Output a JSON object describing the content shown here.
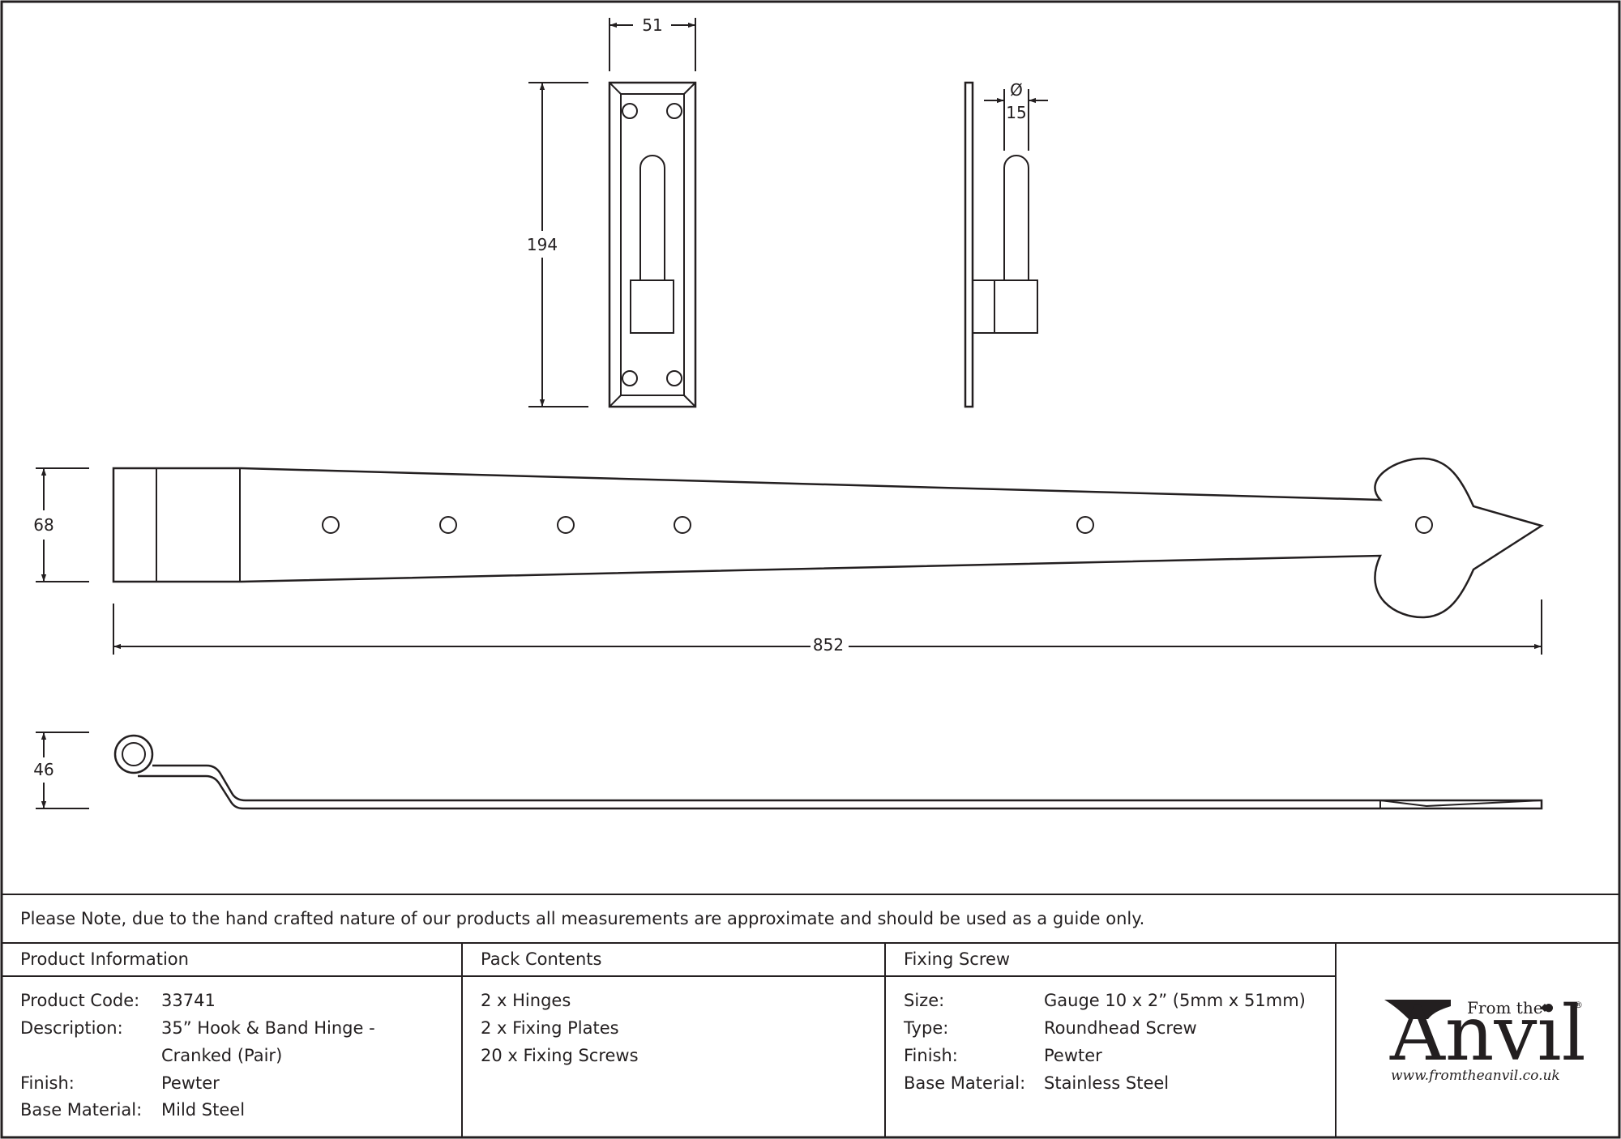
{
  "dimensions": {
    "plate_width": "51",
    "plate_height": "194",
    "pin_diameter_symbol": "Ø",
    "pin_diameter": "15",
    "band_height": "68",
    "band_length": "852",
    "crank_height": "46"
  },
  "note": "Please Note, due to the hand crafted nature of our products all measurements are approximate and should be used as a guide only.",
  "product_information": {
    "heading": "Product Information",
    "rows": [
      {
        "label": "Product Code:",
        "value": "33741"
      },
      {
        "label": "Description:",
        "value": "35” Hook & Band Hinge -"
      },
      {
        "label": "",
        "value": "Cranked (Pair)"
      },
      {
        "label": "Finish:",
        "value": "Pewter"
      },
      {
        "label": "Base Material:",
        "value": "Mild Steel"
      }
    ]
  },
  "pack_contents": {
    "heading": "Pack Contents",
    "items": [
      "2 x Hinges",
      "2 x Fixing Plates",
      "20 x Fixing Screws"
    ]
  },
  "fixing_screw": {
    "heading": "Fixing Screw",
    "rows": [
      {
        "label": "Size:",
        "value": "Gauge 10 x 2” (5mm x 51mm)"
      },
      {
        "label": "Type:",
        "value": "Roundhead Screw"
      },
      {
        "label": "Finish:",
        "value": "Pewter"
      },
      {
        "label": "Base Material:",
        "value": "Stainless Steel"
      }
    ]
  },
  "brand": {
    "from_the": "From the",
    "name": "Anvil",
    "registered": "®",
    "url": "www.fromtheanvil.co.uk"
  }
}
